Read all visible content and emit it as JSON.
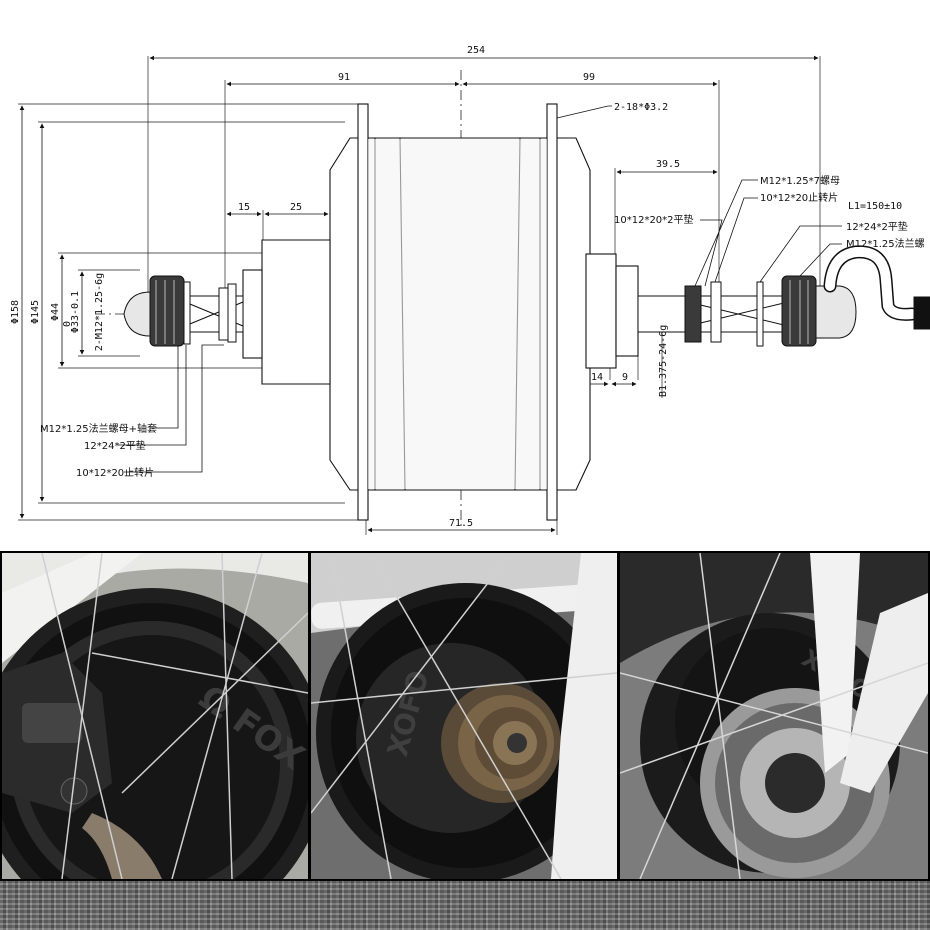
{
  "drawing": {
    "dims": {
      "overall": "254",
      "left_half": "91",
      "right_half": "99",
      "left_step1": "15",
      "left_step2": "25",
      "right_axle": "39.5",
      "right_step1": "14",
      "right_step2": "9",
      "flange_spacing": "71.5",
      "dia_outer": "Φ158",
      "dia_shell": "Φ145",
      "dia_hub": "Φ44",
      "dia_axle": "Φ33-0.1",
      "dia_axle_tol": "0",
      "thread_left": "2-M12*1.25-6g",
      "thread_right": "B1.375-24-6g",
      "holes": "2-18*Φ3.2",
      "cable_length": "L1=150±10"
    },
    "labels": {
      "left_nut": "M12*1.25法兰螺母+轴套",
      "left_washer": "12*24*2平垫",
      "left_stopper": "10*12*20止转片",
      "right_nut7": "M12*1.25*7螺母",
      "right_stopper": "10*12*20止转片",
      "right_washer_inner": "10*12*20*2平垫",
      "right_washer": "12*24*2平垫",
      "right_flange_nut": "M12*1.25法兰螺"
    }
  },
  "photos": [
    {
      "name": "photo-front-disc-brake",
      "logo": "Ω FOX"
    },
    {
      "name": "photo-rear-freewheel",
      "logo": "XOFO"
    },
    {
      "name": "photo-rear-disc-rotor",
      "logo": "XOFO"
    }
  ]
}
